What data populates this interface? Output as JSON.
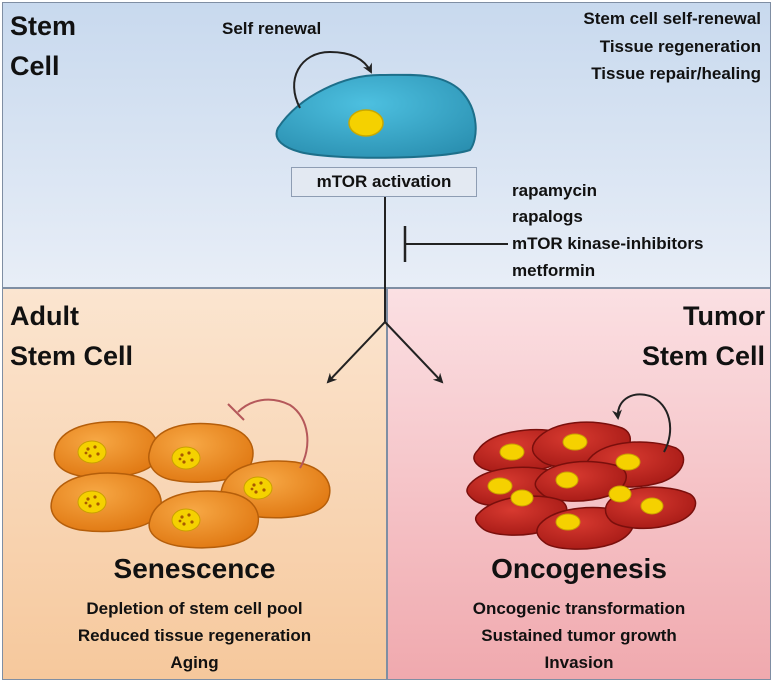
{
  "top": {
    "title_line1": "Stem",
    "title_line2": "Cell",
    "self_renewal": "Self renewal",
    "functions": [
      "Stem cell self-renewal",
      "Tissue regeneration",
      "Tissue repair/healing"
    ],
    "mtor_box": "mTOR activation",
    "inhibitors": [
      "rapamycin",
      "rapalogs",
      "mTOR kinase-inhibitors",
      "metformin"
    ]
  },
  "left": {
    "title_line1": "Adult",
    "title_line2": "Stem Cell",
    "outcome": "Senescence",
    "effects": [
      "Depletion of stem cell pool",
      "Reduced tissue regeneration",
      "Aging"
    ]
  },
  "right": {
    "title_line1": "Tumor",
    "title_line2": "Stem Cell",
    "outcome": "Oncogenesis",
    "effects": [
      "Oncogenic transformation",
      "Sustained tumor growth",
      "Invasion"
    ]
  },
  "colors": {
    "stem_cell": "#35a9cc",
    "nucleus": "#f5d100",
    "senescent_cell": "#f08c1c",
    "tumor_cell": "#c5241f",
    "inhibition_arc": "#b5585a"
  }
}
